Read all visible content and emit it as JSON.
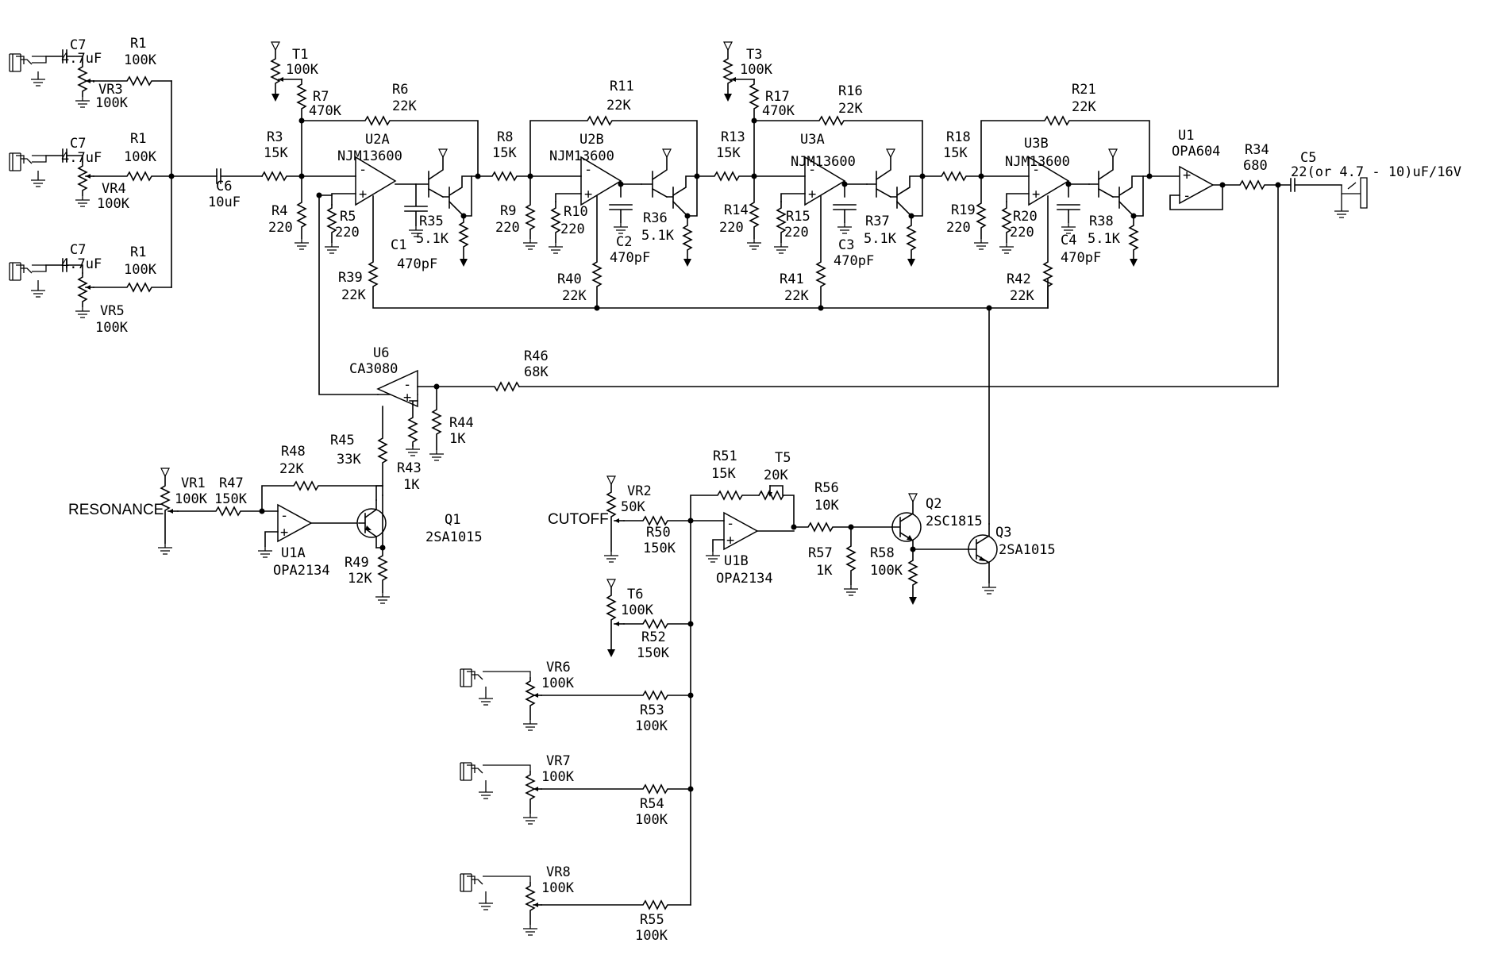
{
  "components": {
    "c7a": {
      "ref": "C7",
      "value": "4.7uF"
    },
    "c7b": {
      "ref": "C7",
      "value": "4.7uF"
    },
    "c7c": {
      "ref": "C7",
      "value": "4.7uF"
    },
    "r1a": {
      "ref": "R1",
      "value": "100K"
    },
    "r1b": {
      "ref": "R1",
      "value": "100K"
    },
    "r1c": {
      "ref": "R1",
      "value": "100K"
    },
    "vr3": {
      "ref": "VR3",
      "value": "100K"
    },
    "vr4": {
      "ref": "VR4",
      "value": "100K"
    },
    "vr5": {
      "ref": "VR5",
      "value": "100K"
    },
    "c6": {
      "ref": "C6",
      "value": "10uF"
    },
    "r3": {
      "ref": "R3",
      "value": "15K"
    },
    "r4": {
      "ref": "R4",
      "value": "220"
    },
    "r5": {
      "ref": "R5",
      "value": "220"
    },
    "t1": {
      "ref": "T1",
      "value": "100K"
    },
    "r7": {
      "ref": "R7",
      "value": "470K"
    },
    "r6": {
      "ref": "R6",
      "value": "22K"
    },
    "u2a": {
      "ref": "U2A",
      "value": "NJM13600"
    },
    "r35": {
      "ref": "R35",
      "value": "5.1K"
    },
    "c1": {
      "ref": "C1",
      "value": "470pF"
    },
    "r39": {
      "ref": "R39",
      "value": "22K"
    },
    "r8": {
      "ref": "R8",
      "value": "15K"
    },
    "r9": {
      "ref": "R9",
      "value": "220"
    },
    "r10": {
      "ref": "R10",
      "value": "220"
    },
    "r11": {
      "ref": "R11",
      "value": "22K"
    },
    "u2b": {
      "ref": "U2B",
      "value": "NJM13600"
    },
    "c2": {
      "ref": "C2",
      "value": "470pF"
    },
    "r36": {
      "ref": "R36",
      "value": "5.1K"
    },
    "r40": {
      "ref": "R40",
      "value": "22K"
    },
    "t3": {
      "ref": "T3",
      "value": "100K"
    },
    "r17": {
      "ref": "R17",
      "value": "470K"
    },
    "r16": {
      "ref": "R16",
      "value": "22K"
    },
    "r13": {
      "ref": "R13",
      "value": "15K"
    },
    "r14": {
      "ref": "R14",
      "value": "220"
    },
    "r15": {
      "ref": "R15",
      "value": "220"
    },
    "u3a": {
      "ref": "U3A",
      "value": "NJM13600"
    },
    "c3": {
      "ref": "C3",
      "value": "470pF"
    },
    "r37": {
      "ref": "R37",
      "value": "5.1K"
    },
    "r41": {
      "ref": "R41",
      "value": "22K"
    },
    "r18": {
      "ref": "R18",
      "value": "15K"
    },
    "r19": {
      "ref": "R19",
      "value": "220"
    },
    "r20": {
      "ref": "R20",
      "value": "220"
    },
    "r21": {
      "ref": "R21",
      "value": "22K"
    },
    "u3b": {
      "ref": "U3B",
      "value": "NJM13600"
    },
    "c4": {
      "ref": "C4",
      "value": "470pF"
    },
    "r38": {
      "ref": "R38",
      "value": "5.1K"
    },
    "r42": {
      "ref": "R42",
      "value": "22K"
    },
    "u1": {
      "ref": "U1",
      "value": "OPA604"
    },
    "r34": {
      "ref": "R34",
      "value": "680"
    },
    "c5": {
      "ref": "C5",
      "value": "22(or 4.7 - 10)uF/16V"
    },
    "u6": {
      "ref": "U6",
      "value": "CA3080"
    },
    "r46": {
      "ref": "R46",
      "value": "68K"
    },
    "r44": {
      "ref": "R44",
      "value": "1K"
    },
    "r45": {
      "ref": "R45",
      "value": "33K"
    },
    "r43": {
      "ref": "R43",
      "value": "1K"
    },
    "r48": {
      "ref": "R48",
      "value": "22K"
    },
    "vr1": {
      "ref": "VR1",
      "value": "100K"
    },
    "r47": {
      "ref": "R47",
      "value": "150K"
    },
    "u1a": {
      "ref": "U1A",
      "value": "OPA2134"
    },
    "r49": {
      "ref": "R49",
      "value": "12K"
    },
    "q1": {
      "ref": "Q1",
      "value": "2SA1015"
    },
    "vr2": {
      "ref": "VR2",
      "value": "50K"
    },
    "r50": {
      "ref": "R50",
      "value": "150K"
    },
    "r51": {
      "ref": "R51",
      "value": "15K"
    },
    "t5": {
      "ref": "T5",
      "value": "20K"
    },
    "u1b": {
      "ref": "U1B",
      "value": "OPA2134"
    },
    "r56": {
      "ref": "R56",
      "value": "10K"
    },
    "r57": {
      "ref": "R57",
      "value": "1K"
    },
    "r58": {
      "ref": "R58",
      "value": "100K"
    },
    "q2": {
      "ref": "Q2",
      "value": "2SC1815"
    },
    "q3": {
      "ref": "Q3",
      "value": "2SA1015"
    },
    "t6": {
      "ref": "T6",
      "value": "100K"
    },
    "r52": {
      "ref": "R52",
      "value": "150K"
    },
    "vr6": {
      "ref": "VR6",
      "value": "100K"
    },
    "r53": {
      "ref": "R53",
      "value": "100K"
    },
    "vr7": {
      "ref": "VR7",
      "value": "100K"
    },
    "r54": {
      "ref": "R54",
      "value": "100K"
    },
    "vr8": {
      "ref": "VR8",
      "value": "100K"
    },
    "r55": {
      "ref": "R55",
      "value": "100K"
    }
  },
  "controls": {
    "resonance": "RESONANCE",
    "cutoff": "CUTOFF"
  },
  "pins": {
    "plus": "+",
    "minus": "-"
  }
}
